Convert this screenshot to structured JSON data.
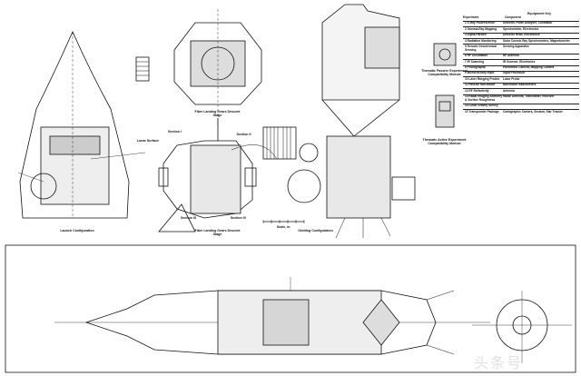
{
  "labels": {
    "launch": "Launch Configuration",
    "lunar_surface": "Lunar Surface",
    "landing_top": "Fiber Landing Gears Descent Stage",
    "landing_bottom": "Fiber Landing Gears Descent Stage",
    "section_1": "Section I",
    "section_2": "Section II",
    "section_3": "Section III",
    "section_4": "Section IV",
    "scale": "Scale, in.",
    "orbiting": "Orbiting Configuration",
    "module_1": "Thematic Passive Experiment Compatibility Module",
    "module_2": "Thematic Active Experiment Compatibility Module"
  },
  "equipment_key": {
    "title": "Equipment Key",
    "col_experiment": "Experiment",
    "col_equipment": "Component",
    "rows": [
      {
        "exp": "1  X-Ray Fluorescence",
        "eq": "Detector, Pulse Analyzer, Collimator"
      },
      {
        "exp": "2  Gamma-Ray Mapping",
        "eq": "Spectrometer, Electronics"
      },
      {
        "exp": "3  Alpha-Particle",
        "eq": "Detector Head, Electronics"
      },
      {
        "exp": "4  Radiation Monitoring",
        "eq": "Solar Cosmic Ray Spectrometers, Magnetometer"
      },
      {
        "exp": "5  Remote Geochemical Sensing",
        "eq": "Sensing Apparatus"
      },
      {
        "exp": "6  RF Occultation",
        "eq": "RF Antenna"
      },
      {
        "exp": "7  IR Scanning",
        "eq": "IR Scanner, Electronics"
      },
      {
        "exp": "8  Photographic",
        "eq": "Panoramic Camera, Mapping Camera"
      },
      {
        "exp": "9  Microcircuitry Input",
        "eq": "Input Processor"
      },
      {
        "exp": "10 Laser Ranging Probes",
        "eq": "Laser Probe"
      },
      {
        "exp": "11 Passive Microwave",
        "eq": "Microwave Radiometers"
      },
      {
        "exp": "12 RF Reflectivity",
        "eq": "Antenna"
      },
      {
        "exp": "13 Radar Imaging Altimetry & Surface Roughness",
        "eq": "Radar Antenna, Transmitter, Receiver"
      },
      {
        "exp": "14 Lunar Gravity Survey",
        "eq": ""
      },
      {
        "exp": "15 Transponder Package",
        "eq": "Cartographic Camera, Sextant, Star Tracker"
      }
    ]
  },
  "watermark": "头条号"
}
